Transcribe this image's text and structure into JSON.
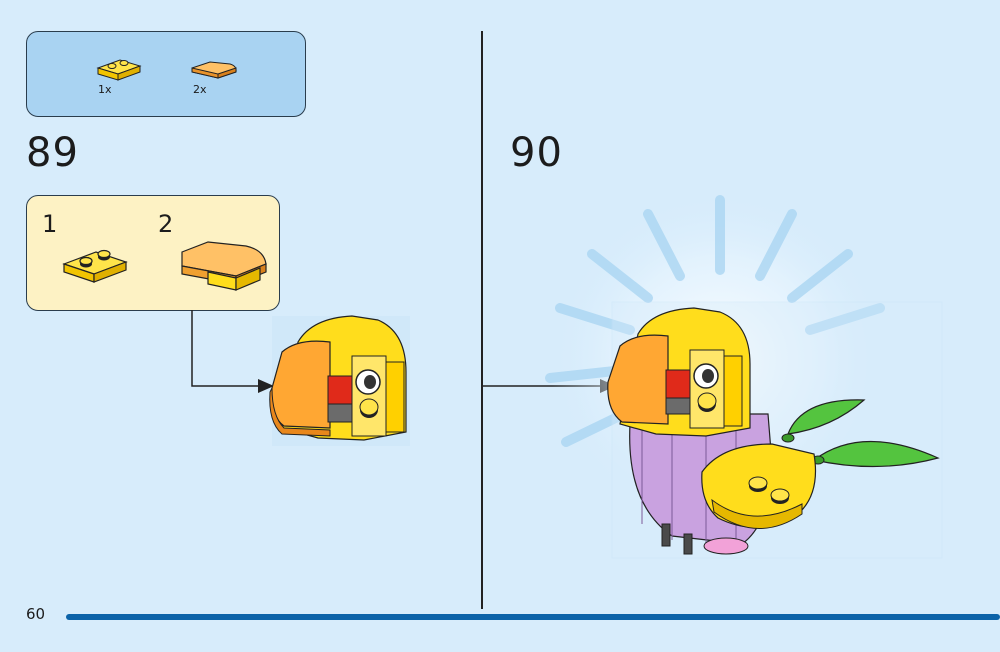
{
  "parts_list": {
    "items": [
      {
        "name": "yellow-plate-1x2-icon",
        "qty": "1x",
        "color": "#ffdd1c"
      },
      {
        "name": "orange-curved-slope-icon",
        "qty": "2x",
        "color": "#ffb347"
      }
    ]
  },
  "step_89": {
    "number": "89",
    "substeps": [
      {
        "number": "1",
        "part": "yellow-plate-1x2-icon"
      },
      {
        "number": "2",
        "part": "orange-curved-slope-icon"
      }
    ]
  },
  "step_90": {
    "number": "90"
  },
  "footer": {
    "page_number": "60"
  },
  "colors": {
    "background": "#d7ecfb",
    "parts_box": "#a9d3f2",
    "sub_box": "#fdf2c4",
    "footer_bar": "#0c63a8",
    "yellow": "#ffdd1c",
    "orange": "#ffa733",
    "lavender": "#c9a2e0",
    "green": "#54c43f"
  }
}
